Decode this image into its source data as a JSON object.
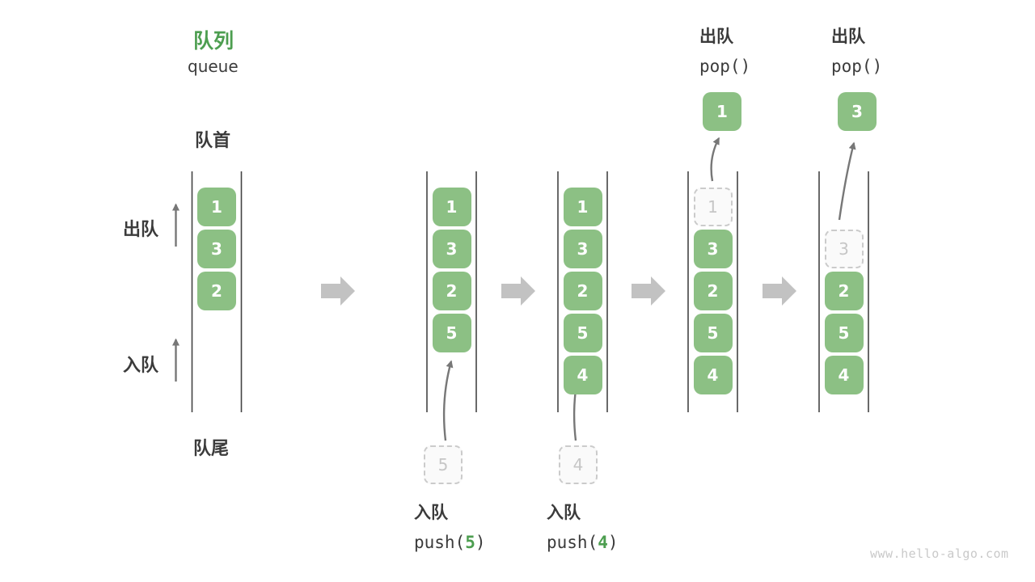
{
  "title": {
    "cn": "队列",
    "en": "queue"
  },
  "labels": {
    "front": "队首",
    "rear": "队尾",
    "dequeue": "出队",
    "enqueue": "入队"
  },
  "watermark": "www.hello-algo.com",
  "colors": {
    "box_green": "#8cc084",
    "box_text": "#ffffff",
    "accent_green": "#4d9e50",
    "dark_text": "#3b3b3b",
    "wall": "#444444",
    "thin_arrow": "#777777",
    "block_arrow": "#c2c2c2",
    "dashed_border": "#cbcbcb",
    "dashed_fill": "#fafafa",
    "dashed_text": "#c6c6c6",
    "watermark_text": "#c9c9c9"
  },
  "states": [
    {
      "cells": [
        {
          "v": "1"
        },
        {
          "v": "3"
        },
        {
          "v": "2"
        }
      ]
    },
    {
      "cells": [
        {
          "v": "1"
        },
        {
          "v": "3"
        },
        {
          "v": "2"
        },
        {
          "v": "5"
        }
      ],
      "incoming": "5",
      "op": {
        "cn": "入队",
        "code": [
          "push(",
          "5",
          ")"
        ]
      }
    },
    {
      "cells": [
        {
          "v": "1"
        },
        {
          "v": "3"
        },
        {
          "v": "2"
        },
        {
          "v": "5"
        },
        {
          "v": "4"
        }
      ],
      "incoming": "4",
      "op": {
        "cn": "入队",
        "code": [
          "push(",
          "4",
          ")"
        ]
      }
    },
    {
      "cells": [
        {
          "v": "1",
          "dashed": true
        },
        {
          "v": "3"
        },
        {
          "v": "2"
        },
        {
          "v": "5"
        },
        {
          "v": "4"
        }
      ],
      "popped": "1",
      "op": {
        "cn": "出队",
        "code": [
          "pop()"
        ]
      }
    },
    {
      "cells": [
        {
          "v": "3",
          "dashed": true
        },
        {
          "v": "2"
        },
        {
          "v": "5"
        },
        {
          "v": "4"
        }
      ],
      "start_slot": 1,
      "popped": "3",
      "op": {
        "cn": "出队",
        "code": [
          "pop()"
        ]
      }
    }
  ]
}
